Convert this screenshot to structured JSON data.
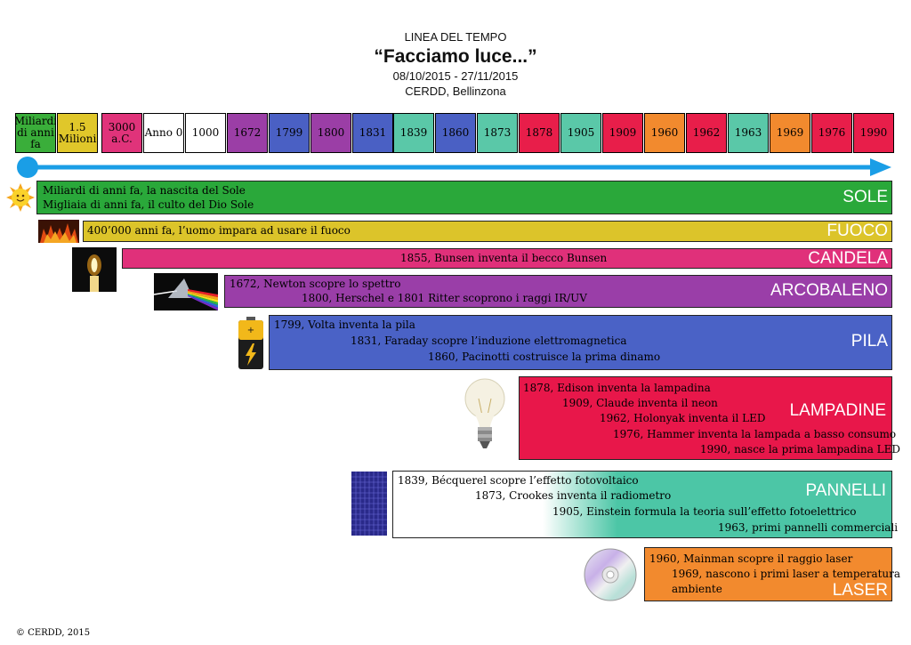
{
  "header": {
    "subtitle": "LINEA DEL TEMPO",
    "title": "“Facciamo luce...”",
    "dates": "08/10/2015 - 27/11/2015",
    "place": "CERDD, Bellinzona"
  },
  "timeline": [
    {
      "label": "Miliardi di anni fa",
      "color": "#3aae3a"
    },
    {
      "label": "1.5 Milioni",
      "color": "#e0c72a"
    },
    {
      "label": "3000 a.C.",
      "color": "#e0337a"
    },
    {
      "label": "Anno 0",
      "color": "#ffffff"
    },
    {
      "label": "1000",
      "color": "#ffffff"
    },
    {
      "label": "1672",
      "color": "#9b3ea6"
    },
    {
      "label": "1799",
      "color": "#4a60c4"
    },
    {
      "label": "1800",
      "color": "#9b3ea6"
    },
    {
      "label": "1831",
      "color": "#4a60c4"
    },
    {
      "label": "1839",
      "color": "#5ac8a8"
    },
    {
      "label": "1860",
      "color": "#4a60c4"
    },
    {
      "label": "1873",
      "color": "#5ac8a8"
    },
    {
      "label": "1878",
      "color": "#e81e4a"
    },
    {
      "label": "1905",
      "color": "#5ac8a8"
    },
    {
      "label": "1909",
      "color": "#e81e4a"
    },
    {
      "label": "1960",
      "color": "#f28a2e"
    },
    {
      "label": "1962",
      "color": "#e81e4a"
    },
    {
      "label": "1963",
      "color": "#5ac8a8"
    },
    {
      "label": "1969",
      "color": "#f28a2e"
    },
    {
      "label": "1976",
      "color": "#e81e4a"
    },
    {
      "label": "1990",
      "color": "#e81e4a"
    }
  ],
  "bands": {
    "sole": {
      "name": "SOLE",
      "color": "#2aa83a",
      "lines": [
        "Miliardi di anni fa, la nascita del Sole",
        "Migliaia di anni fa, il culto del Dio Sole"
      ]
    },
    "fuoco": {
      "name": "FUOCO",
      "color": "#dcc42a",
      "lines": [
        "400’000 anni fa, l’uomo impara ad usare il fuoco"
      ]
    },
    "candela": {
      "name": "CANDELA",
      "color": "#e0307a",
      "lines": [
        "1855, Bunsen inventa il becco Bunsen"
      ]
    },
    "arcobaleno": {
      "name": "ARCOBALENO",
      "color": "#9a3ea8",
      "lines": [
        "1672, Newton scopre lo spettro",
        "1800, Herschel e 1801 Ritter scoprono i raggi IR/UV"
      ]
    },
    "pila": {
      "name": "PILA",
      "color": "#4a62c6",
      "lines": [
        "1799, Volta inventa la pila",
        "1831, Faraday scopre l’induzione elettromagnetica",
        "1860, Pacinotti costruisce la prima dinamo"
      ]
    },
    "lampadine": {
      "name": "LAMPADINE",
      "color": "#e8174a",
      "lines": [
        "1878, Edison inventa la lampadina",
        "1909, Claude inventa il neon",
        "1962, Holonyak inventa il LED",
        "1976, Hammer inventa la lampada a basso consumo",
        "1990, nasce la prima lampadina LED"
      ]
    },
    "pannelli": {
      "name": "PANNELLI",
      "color": "#4cc6a6",
      "lines": [
        "1839, Bécquerel scopre l’effetto fotovoltaico",
        "1873, Crookes inventa il radiometro",
        "1905, Einstein formula la teoria sull’effetto fotoelettrico",
        "1963, primi pannelli commerciali"
      ]
    },
    "laser": {
      "name": "LASER",
      "color": "#f28a2e",
      "lines": [
        "1960, Mainman scopre il raggio laser",
        "1969,  nascono i primi laser a temperatura",
        "ambiente"
      ]
    }
  },
  "footer": "© CERDD, 2015"
}
